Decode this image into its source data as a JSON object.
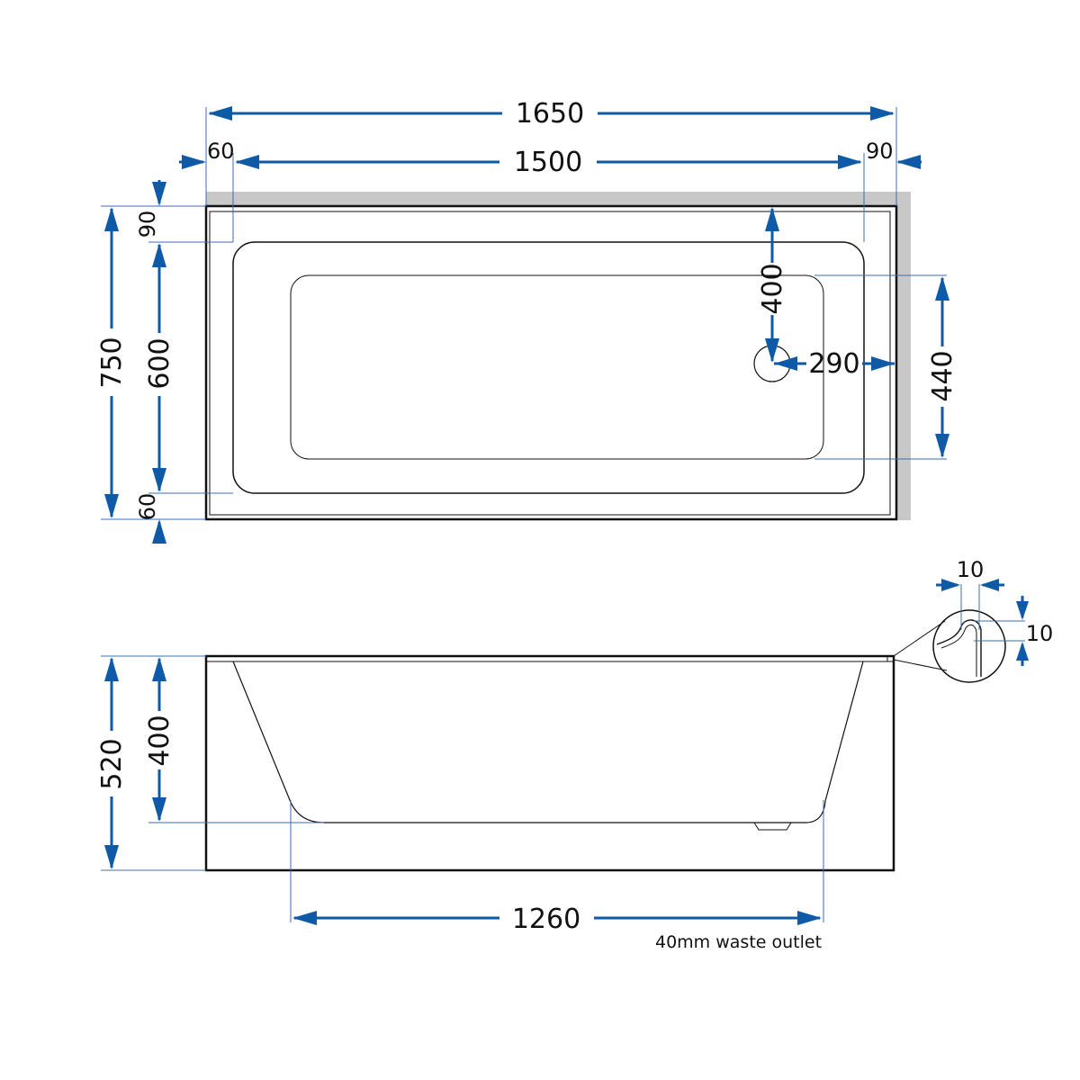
{
  "colors": {
    "dimension": "#0e5aa7",
    "extension": "#3d6cb0",
    "outline": "#111111",
    "wall_shade": "#c8c8c8"
  },
  "plan_view": {
    "overall_length": "1650",
    "inner_length": "1500",
    "left_rim": "60",
    "right_rim": "90",
    "overall_width": "750",
    "inner_width": "600",
    "top_rim": "90",
    "bottom_rim": "60",
    "waste_from_top": "400",
    "waste_from_end": "290",
    "floor_width": "440"
  },
  "side_view": {
    "overall_height": "520",
    "inner_depth": "400",
    "floor_length": "1260",
    "waste_note": "40mm waste outlet"
  },
  "rim_detail": {
    "width": "10",
    "height": "10"
  }
}
